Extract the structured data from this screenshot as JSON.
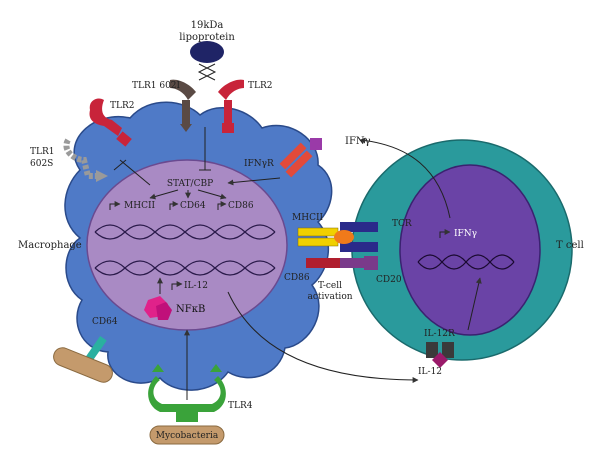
{
  "labels": {
    "lipoprotein_line1": "19kDa",
    "lipoprotein_line2": "lipoprotein",
    "tlr1_602i": "TLR1 602I",
    "tlr2_top": "TLR2",
    "tlr2_left": "TLR2",
    "tlr1_602s_line1": "TLR1",
    "tlr1_602s_line2": "602S",
    "ifng_top": "IFNγ",
    "ifngr": "IFNγR",
    "stat_cbp": "STAT/CBP",
    "mhcii_nuc": "MHCII",
    "cd64_nuc": "CD64",
    "cd86_nuc": "CD86",
    "macrophage": "Macrophage",
    "il12_nuc": "IL-12",
    "nfkb": "NFκB",
    "cd64_surface": "CD64",
    "tlr4": "TLR4",
    "mycobacteria": "Mycobacteria",
    "mhcii_synapse": "MHCII",
    "tcr": "TCR",
    "cd86_synapse": "CD86",
    "cd20": "CD20",
    "tcell_act_line1": "T-cell",
    "tcell_act_line2": "activation",
    "ifng_tcell": "IFNγ",
    "tcell": "T cell",
    "il12r": "IL-12R",
    "il12_out": "IL-12"
  },
  "colors": {
    "macrophage_body": "#4f7ac7",
    "macrophage_nucleus": "#a98ac4",
    "tcell_outer": "#2a9a9c",
    "tcell_inner": "#6a43a6",
    "lipoprotein": "#1f2466",
    "tlr1_brown": "#5a4a44",
    "tlr2_red": "#c8243a",
    "tlr4_green": "#3aa33a",
    "nfkb_magenta": "#e0228a",
    "ifng_purple": "#9a3aa8",
    "cd64_teal": "#2ab0a0",
    "mycobacteria": "#c49a6c",
    "mhcii_yellow": "#f0d000",
    "tcr_navy": "#2a2a8a",
    "cd86_red": "#b01e2e",
    "cd20_purple": "#7a3a8a",
    "il12_diamond": "#9a1a6a"
  }
}
